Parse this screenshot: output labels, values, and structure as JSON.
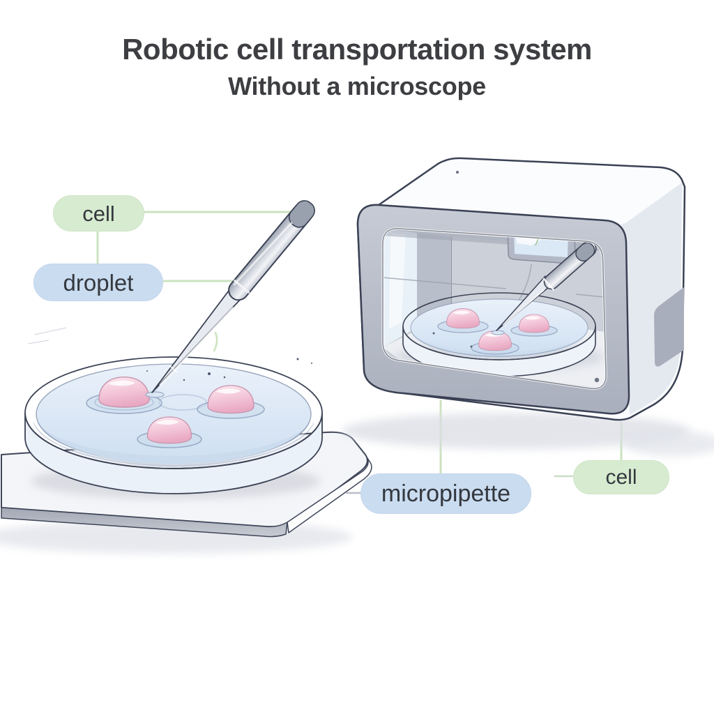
{
  "header": {
    "title": "Robotic cell transportation system",
    "subtitle": "Without a microscope"
  },
  "labels": {
    "cell_left": "cell",
    "droplet": "droplet",
    "micropipette": "micropipette",
    "cell_right": "cell"
  },
  "illustrations": {
    "left": {
      "name": "open-petri-dish-with-micropipette",
      "droplet_count": 3
    },
    "right": {
      "name": "robotic-enclosure-with-petri-dish",
      "droplet_count": 3
    }
  },
  "colors": {
    "title_text": "#3d3e41",
    "label_text": "#34383e",
    "label_green_bg": "#d7ebd0",
    "label_blue_bg": "#cadcf0",
    "connector_green": "#cbe3bf",
    "connector_gray": "#b9bec8",
    "outline_navy": "#3b4254",
    "droplet_pink": "#f2c3d6",
    "water_blue": "#d9e5f4",
    "frame_gray": "#b7bdc9"
  }
}
